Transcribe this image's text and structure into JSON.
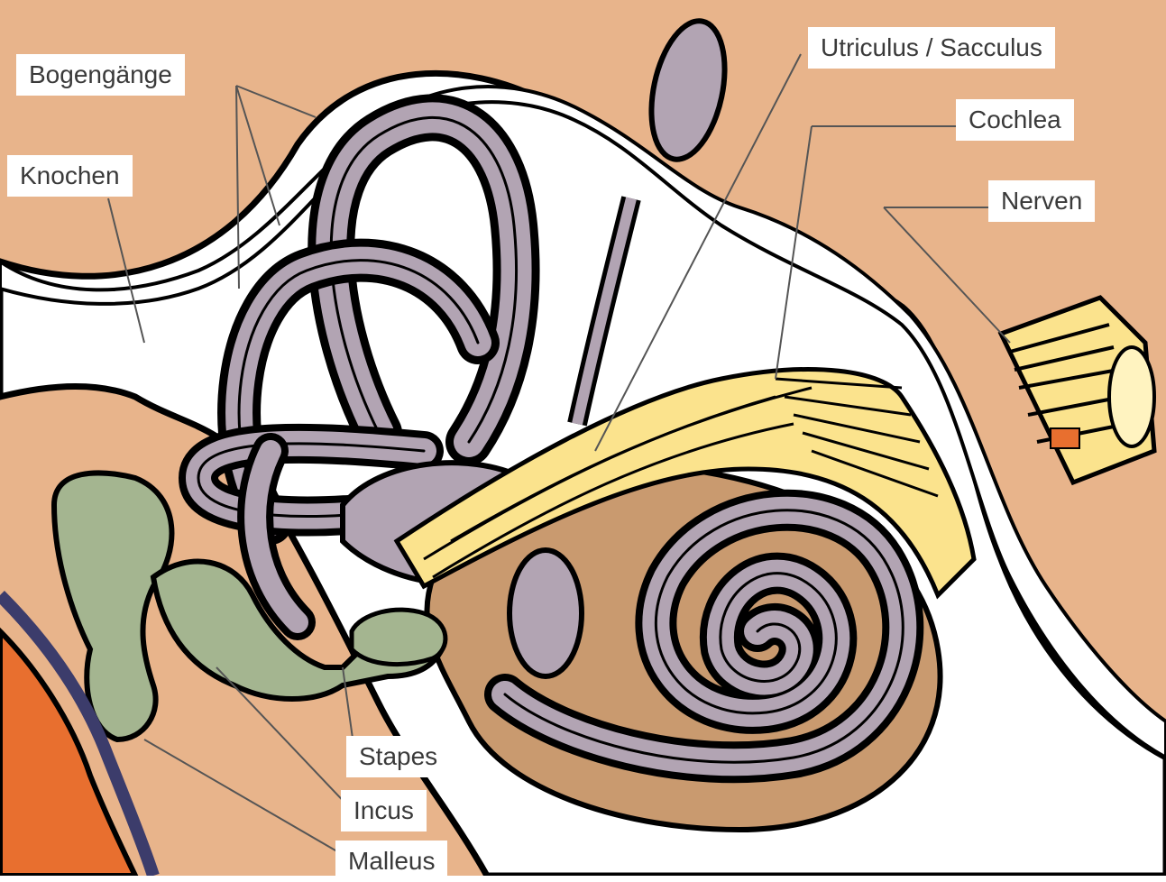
{
  "labels": {
    "bogengaenge": "Bogengänge",
    "knochen": "Knochen",
    "utriculus_sacculus": "Utriculus / Sacculus",
    "cochlea": "Cochlea",
    "nerven": "Nerven",
    "stapes": "Stapes",
    "incus": "Incus",
    "malleus": "Malleus"
  },
  "colors": {
    "bone": "#e8b48b",
    "background": "#ffffff",
    "membranous_labyrinth": "#b2a4b3",
    "ossicles": "#a4b590",
    "nerve": "#fbe38d",
    "cochlea_tan": "#c99a6f",
    "eardrum_orange": "#e86f2f",
    "outline": "#000000"
  }
}
